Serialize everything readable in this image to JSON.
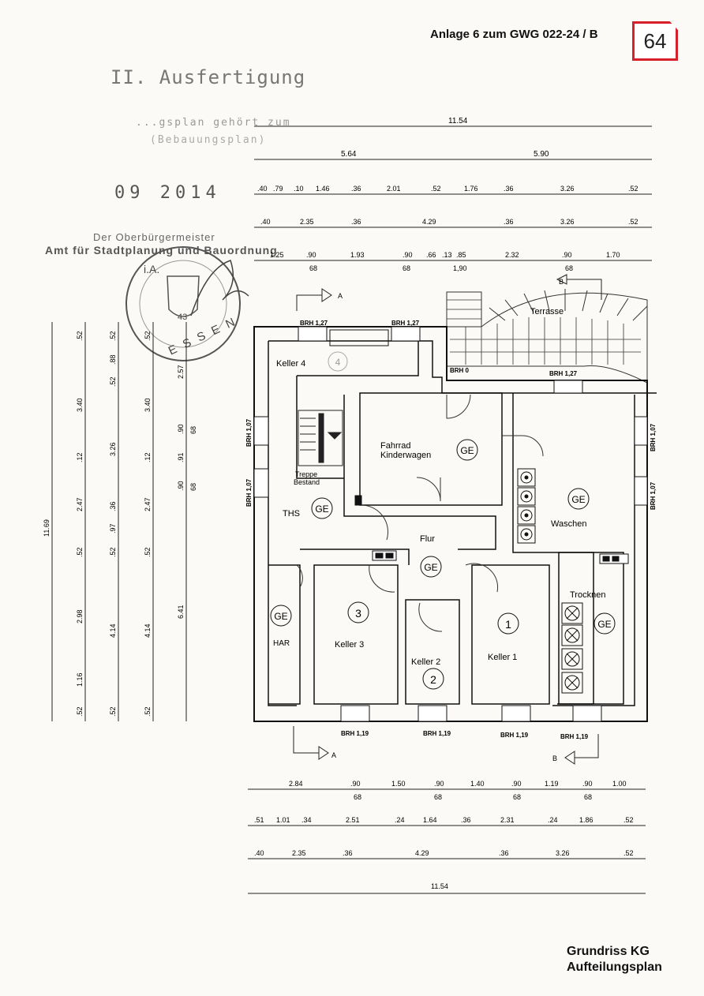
{
  "header": {
    "annex": "Anlage 6 zum GWG 022-24 / B",
    "page_number": "64"
  },
  "stamp": {
    "ausfertigung": "II. Ausfertigung",
    "line1": "...gsplan gehört zum",
    "line2": "(Bebauungsplan)",
    "date": "09 2014",
    "authority1": "Der Oberbürgermeister",
    "authority2": "Amt für Stadtplanung und Bauordnung",
    "sig": "i.A.",
    "seal_text": "ESSEN",
    "seal_num": "43"
  },
  "dims_top": {
    "row1": [
      "11.54"
    ],
    "row2": [
      "5.64",
      "5.90"
    ],
    "row3": [
      ".40",
      ".79",
      ".10",
      "1.46",
      ".36",
      "2.01",
      ".52",
      "1.76",
      ".36",
      "3.26",
      ".52"
    ],
    "row4": [
      ".40",
      "2.35",
      ".36",
      "4.29",
      ".36",
      "3.26",
      ".52"
    ],
    "row5": [
      "1.25",
      ".90",
      "1.93",
      ".90",
      ".66",
      ".13",
      ".85",
      "2.32",
      ".90",
      "1.70"
    ],
    "row5b": [
      "68",
      "68",
      "1,90",
      "68"
    ]
  },
  "dims_bottom": {
    "row1": [
      "2.84",
      ".90",
      "1.50",
      ".90",
      "1.40",
      ".90",
      "1.19",
      ".90",
      "1.00"
    ],
    "row1b": [
      "68",
      "68",
      "68",
      "68"
    ],
    "row2": [
      ".51",
      "1.01",
      ".34",
      "2.51",
      ".24",
      "1.64",
      ".36",
      "2.31",
      ".24",
      "1.86",
      ".52"
    ],
    "row3": [
      ".40",
      "2.35",
      ".36",
      "4.29",
      ".36",
      "3.26",
      ".52"
    ],
    "row4": [
      "11.54"
    ]
  },
  "dims_left": {
    "col1": [
      "11.69"
    ],
    "col2": [
      ".52",
      "3.40",
      ".12",
      "2.47",
      ".52",
      "2.98",
      "1.16",
      ".52"
    ],
    "col3": [
      ".52",
      ".88",
      ".52",
      "3.26",
      ".36",
      ".97",
      ".52",
      "4.14",
      ".52"
    ],
    "col4": [
      ".52",
      "3.40",
      ".12",
      "2.47",
      ".52",
      "4.14",
      ".52"
    ],
    "col5": [
      "2.57",
      ".90",
      "68",
      ".91",
      ".90",
      "68",
      "6.41"
    ]
  },
  "rooms": {
    "keller4": "Keller 4",
    "keller4_num": "4",
    "treppe1": "Treppe",
    "treppe2": "Bestand",
    "ths": "THS",
    "fahrrad1": "Fahrrad",
    "fahrrad2": "Kinderwagen",
    "waschen": "Waschen",
    "flur": "Flur",
    "trocknen": "Trocknen",
    "har": "HAR",
    "keller3": "Keller 3",
    "keller3_num": "3",
    "keller2": "Keller 2",
    "keller2_num": "2",
    "keller1": "Keller 1",
    "keller1_num": "1",
    "terrasse": "Terrasse",
    "ge": "GE"
  },
  "brh": {
    "top_left": "BRH 1,27",
    "top_mid": "BRH 1,27",
    "terrace": "BRH 0",
    "top_right": "BRH 1,27",
    "left_upper": "BRH 1,07",
    "left_lower": "BRH 1,07",
    "right_upper": "BRH 1,07",
    "right_lower": "BRH 1,07",
    "bottom1": "BRH 1,19",
    "bottom2": "BRH 1,19",
    "bottom3": "BRH 1,19",
    "bottom4": "BRH 1,19"
  },
  "sections": {
    "a": "A",
    "b": "B"
  },
  "title": {
    "line1": "Grundriss KG",
    "line2": "Aufteilungsplan"
  }
}
